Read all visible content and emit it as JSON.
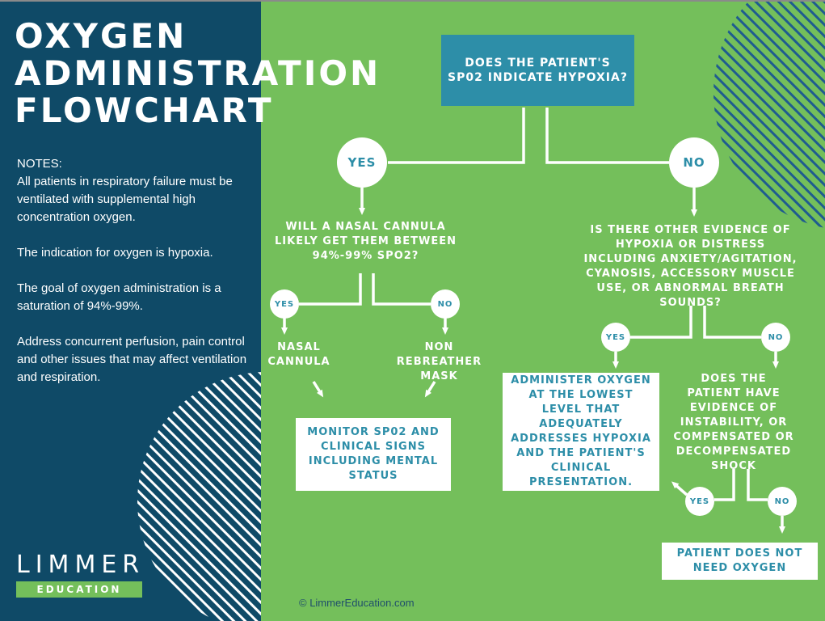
{
  "title": {
    "line1": "OXYGEN",
    "line2": "ADMINISTRATION",
    "line3": "FLOWCHART"
  },
  "notes": {
    "heading": "NOTES:",
    "p1": "All patients in respiratory failure must be ventilated with supplemental high concentration oxygen.",
    "p2": "The indication for oxygen is hypoxia.",
    "p3": "The goal of oxygen administration is a saturation of 94%-99%.",
    "p4": "Address concurrent perfusion, pain control and other issues that may affect ventilation and respiration."
  },
  "logo": {
    "main": "LIMMER",
    "sub": "EDUCATION"
  },
  "flow": {
    "q_start": "DOES THE PATIENT'S SP02 INDICATE HYPOXIA?",
    "yes": "YES",
    "no": "NO",
    "q_nasal": "WILL A NASAL CANNULA LIKELY GET THEM BETWEEN 94%-99% SPO2?",
    "nasal_yes": "YES",
    "nasal_no": "NO",
    "nasal_cannula": "NASAL CANNULA",
    "non_rebreather": "NON REBREATHER MASK",
    "monitor": "MONITOR SP02 AND CLINICAL SIGNS INCLUDING MENTAL STATUS",
    "q_evidence": "IS THERE OTHER EVIDENCE OF HYPOXIA OR DISTRESS INCLUDING ANXIETY/AGITATION, CYANOSIS, ACCESSORY MUSCLE USE, OR ABNORMAL BREATH SOUNDS?",
    "evidence_yes": "YES",
    "evidence_no": "NO",
    "administer": "ADMINISTER OXYGEN AT THE LOWEST LEVEL THAT ADEQUATELY ADDRESSES HYPOXIA AND THE PATIENT'S CLINICAL PRESENTATION.",
    "q_shock": "DOES THE PATIENT HAVE EVIDENCE OF INSTABILITY, OR COMPENSATED OR DECOMPENSATED SHOCK",
    "shock_yes": "YES",
    "shock_no": "NO",
    "no_oxygen": "PATIENT DOES NOT NEED OXYGEN"
  },
  "credit": "© LimmerEducation.com",
  "colors": {
    "navy": "#0f4a67",
    "green": "#74bf5b",
    "teal": "#2d8ea8",
    "white": "#ffffff"
  }
}
